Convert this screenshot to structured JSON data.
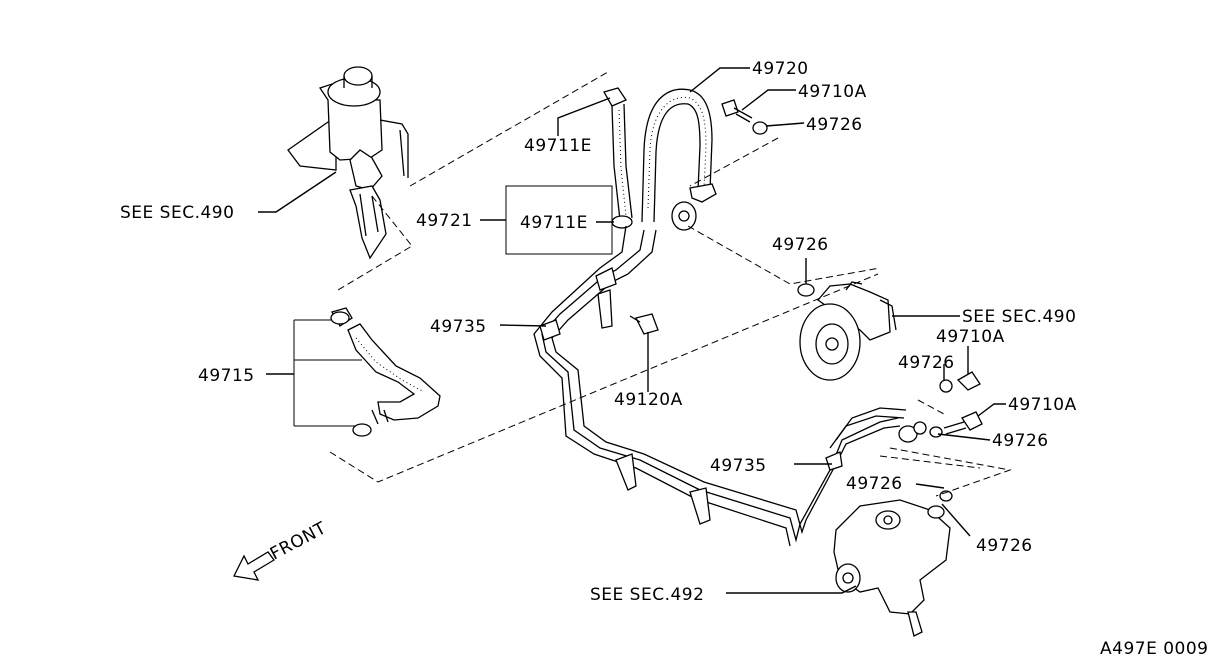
{
  "labels": {
    "l49720": "49720",
    "l49710a_top": "49710A",
    "l49726_top": "49726",
    "l49711e_upper": "49711E",
    "see_sec490_left": "SEE SEC.490",
    "l49721": "49721",
    "l49711e_lower": "49711E",
    "l49726_pump": "49726",
    "see_sec490_right": "SEE SEC.490",
    "l49735_left": "49735",
    "l49710a_mid": "49710A",
    "l49726_mid": "49726",
    "l49715": "49715",
    "l49120a": "49120A",
    "l49710a_right": "49710A",
    "l49726_right": "49726",
    "l49735_right": "49735",
    "l49726_gear": "49726",
    "l49726_gear_lower": "49726",
    "see_sec492": "SEE SEC.492",
    "front": "FRONT",
    "figure_code": "A497E 0009"
  },
  "icons": {
    "front_arrow": "arrow-left-down-icon"
  }
}
